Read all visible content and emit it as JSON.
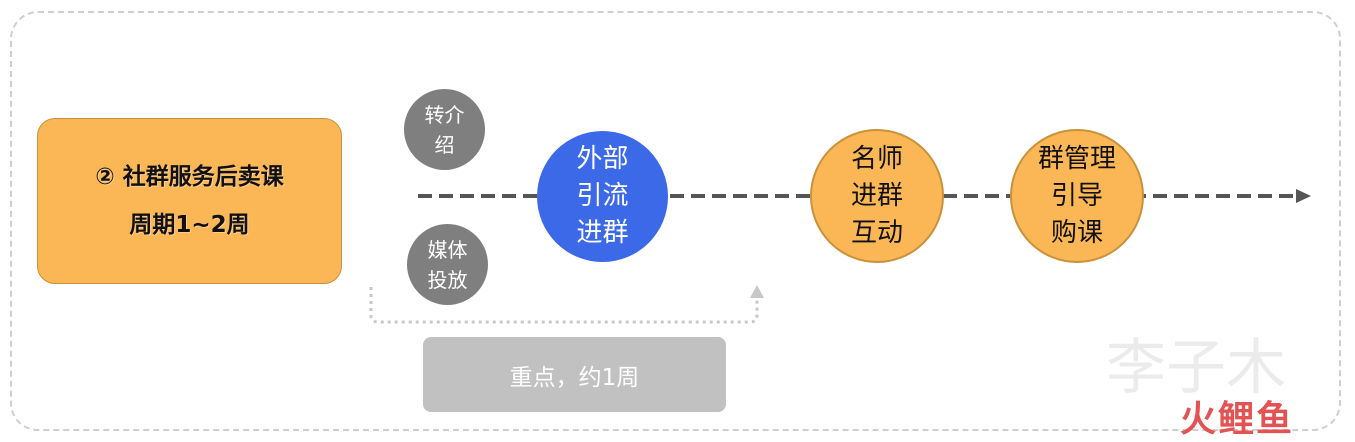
{
  "stage": {
    "line1": "② 社群服务后卖课",
    "line2": "周期1~2周"
  },
  "sources": {
    "referral": "转介\n绍",
    "media": "媒体\n投放"
  },
  "steps": [
    {
      "text": "外部\n引流\n进群",
      "style": "blue",
      "color": "#3c69e7"
    },
    {
      "text": "名师\n进群\n互动",
      "style": "orange",
      "color": "#fbb655"
    },
    {
      "text": "群管理\n引导\n购课",
      "style": "orange",
      "color": "#fbb655"
    }
  ],
  "note": "重点，约1周",
  "watermark": {
    "logo": "李子木",
    "brand": "火鲤鱼"
  },
  "colors": {
    "orange": "#fbb655",
    "blue": "#3c69e7",
    "gray": "#7f7f7f",
    "note_bg": "#c1c1c1",
    "line": "#555555"
  }
}
